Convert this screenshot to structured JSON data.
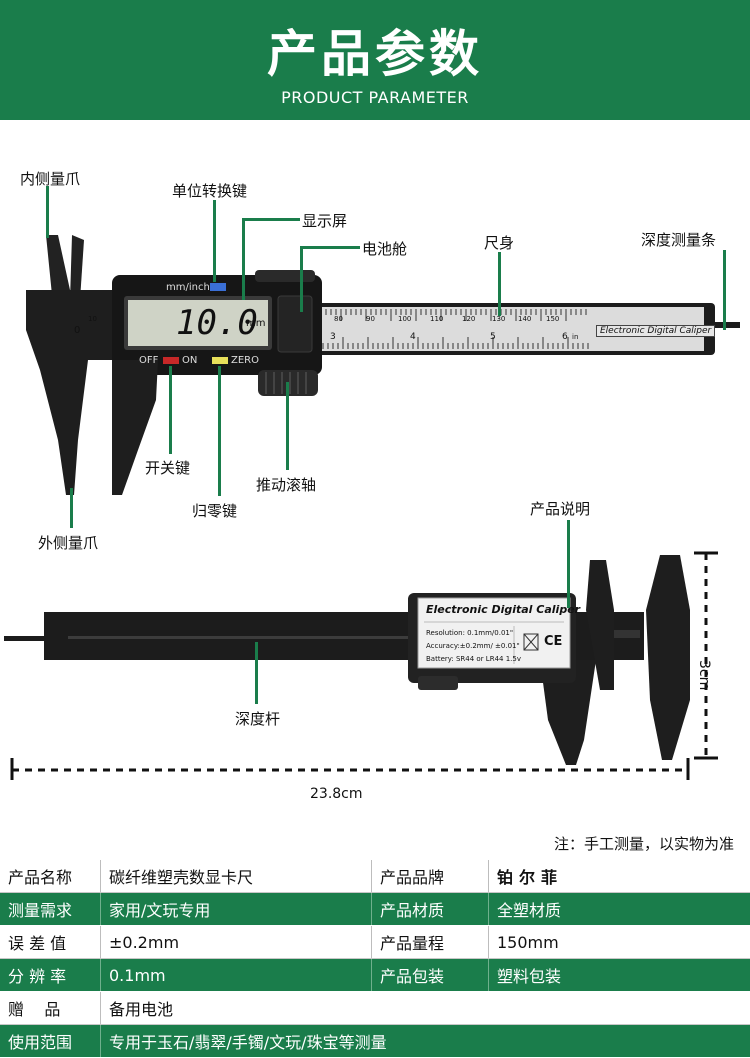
{
  "header": {
    "title": "产品参数",
    "subtitle": "PRODUCT PARAMETER"
  },
  "top_diagram": {
    "labels": {
      "inner_jaw": "内侧量爪",
      "unit_key": "单位转换键",
      "display": "显示屏",
      "battery": "电池舱",
      "ruler_body": "尺身",
      "depth_bar": "深度测量条",
      "power_key": "开关键",
      "zero_key": "归零键",
      "thumb_roller": "推动滚轴",
      "outer_jaw": "外侧量爪"
    },
    "device": {
      "lcd_reading": "10.0",
      "lcd_unit": "mm",
      "unit_button_text": "mm/inch",
      "off_text": "OFF",
      "on_text": "ON",
      "zero_text": "ZERO",
      "scale_brand": "Electronic Digital Caliper",
      "scale_numbers_mm": [
        "0",
        "10",
        "80",
        "90",
        "100",
        "110",
        "120",
        "130",
        "140",
        "150"
      ],
      "scale_numbers_in": [
        "3",
        "4",
        "5",
        "6"
      ],
      "scale_in_unit": "in"
    }
  },
  "bottom_diagram": {
    "labels": {
      "manual": "产品说明",
      "depth_rod": "深度杆"
    },
    "dimensions": {
      "length": "23.8cm",
      "height": "3cm"
    },
    "sticker": {
      "title": "Electronic  Digital Caliper",
      "resolution": "Resolution: 0.1mm/0.01\"",
      "accuracy": "Accuracy:±0.2mm/ ±0.01\"",
      "battery": "Battery: SR44 or LR44 1.5v",
      "ce_mark": "CE"
    }
  },
  "note": "注：手工测量，以实物为准",
  "colors": {
    "brand_green": "#1a7d4b",
    "text": "#111111",
    "body_black": "#1a1a1a",
    "scale_grey": "#d9d9d9"
  },
  "spec_rows": [
    {
      "k1": "产品名称",
      "v1": "碳纤维塑壳数显卡尺",
      "k2": "产品品牌",
      "v2": "铂尔菲"
    },
    {
      "k1": "测量需求",
      "v1": "家用/文玩专用",
      "k2": "产品材质",
      "v2": "全塑材质"
    },
    {
      "k1": "误 差 值",
      "v1": "±0.2mm",
      "k2": "产品量程",
      "v2": "150mm"
    },
    {
      "k1": "分 辨 率",
      "v1": "0.1mm",
      "k2": "产品包装",
      "v2": "塑料包装"
    },
    {
      "k1": "赠    品",
      "v1": "备用电池"
    },
    {
      "k1": "使用范围",
      "v1": "专用于玉石/翡翠/手镯/文玩/珠宝等测量"
    }
  ]
}
